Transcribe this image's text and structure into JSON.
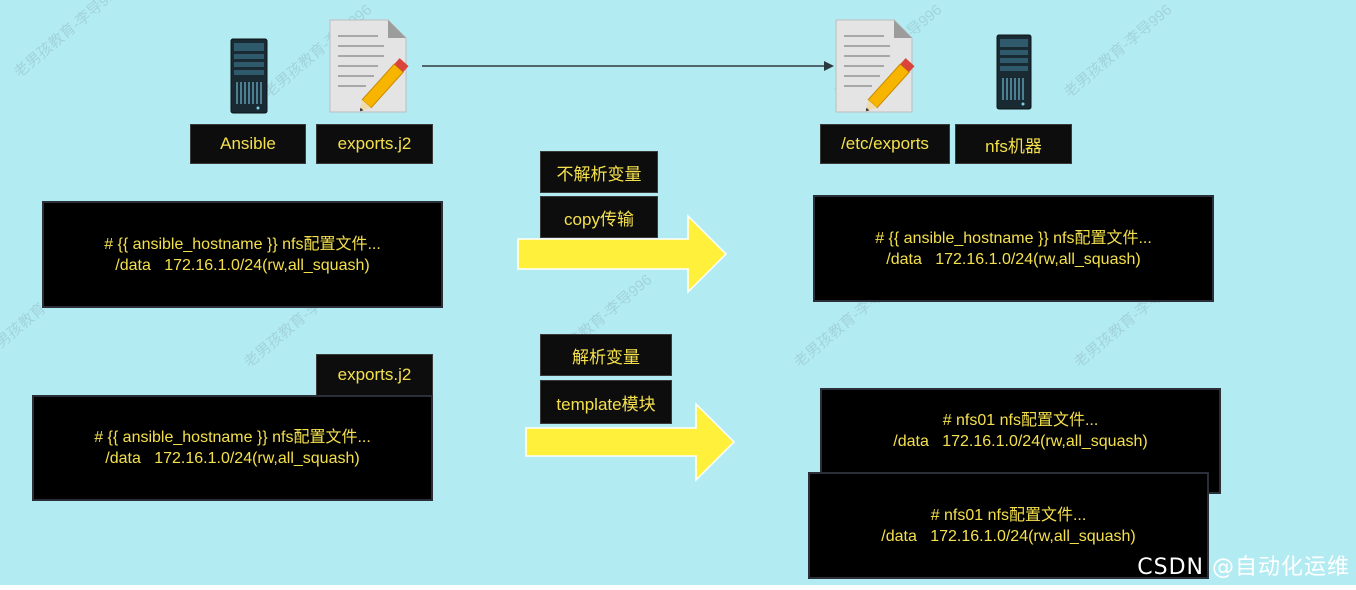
{
  "left_top": {
    "ansible_label": "Ansible",
    "template_label": "exports.j2",
    "code_line1": "# {{ ansible_hostname }} nfs配置文件...",
    "code_line2": "/data   172.16.1.0/24(rw,all_squash)"
  },
  "right_top": {
    "exports_label": "/etc/exports",
    "nfs_label": "nfs机器",
    "code_line1": "# {{ ansible_hostname }} nfs配置文件...",
    "code_line2": "/data   172.16.1.0/24(rw,all_squash)"
  },
  "copy_path": {
    "label1": "不解析变量",
    "label2": "copy传输"
  },
  "left_bottom": {
    "template_label": "exports.j2",
    "code_line1": "# {{ ansible_hostname }} nfs配置文件...",
    "code_line2": "/data   172.16.1.0/24(rw,all_squash)"
  },
  "template_path": {
    "label1": "解析变量",
    "label2": "template模块"
  },
  "right_bottom": {
    "box1_line1": "# nfs01 nfs配置文件...",
    "box1_line2": "/data   172.16.1.0/24(rw,all_squash)",
    "box2_line1": "# nfs01 nfs配置文件...",
    "box2_line2": "/data   172.16.1.0/24(rw,all_squash)"
  },
  "watermark": "老男孩教育-李导996",
  "footer": "CSDN @自动化运维",
  "colors": {
    "background": "#b3ebf2",
    "label_bg": "#0d0d0d",
    "label_text": "#f4e04d",
    "arrow_fill": "#fff03c"
  }
}
